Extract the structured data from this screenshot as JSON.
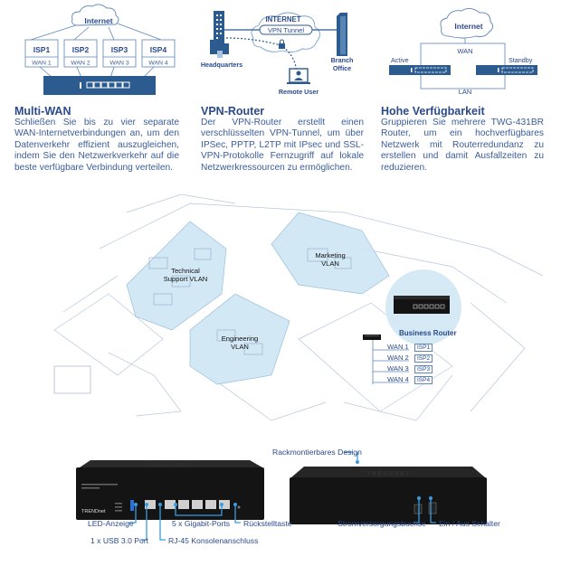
{
  "colors": {
    "brand_blue": "#2b5b8f",
    "text_blue": "#2b4a8a",
    "light_blue": "#cfe6f4",
    "callout_blue": "#3b9be0",
    "device_black": "#141414"
  },
  "diagrams": {
    "multi_wan": {
      "cloud_label": "Internet",
      "isps": [
        "ISP1",
        "ISP2",
        "ISP3",
        "ISP4"
      ],
      "wans": [
        "WAN 1",
        "WAN 2",
        "WAN 3",
        "WAN 4"
      ]
    },
    "vpn": {
      "cloud_label": "INTERNET",
      "tunnel_label": "VPN Tunnel",
      "hq_label": "Headquarters",
      "branch_label_1": "Branch",
      "branch_label_2": "Office",
      "remote_label": "Remote User"
    },
    "ha": {
      "cloud_label": "Internet",
      "wan_label": "WAN",
      "lan_label": "LAN",
      "active_label": "Active",
      "standby_label": "Standby"
    }
  },
  "features": [
    {
      "title": "Multi-WAN",
      "body": "Schließen Sie bis zu vier separate WAN-Internetverbindungen an, um den Datenverkehr effizient auszugleichen, indem Sie den Netzwerkverkehr auf die beste verfügbare Verbindung verteilen."
    },
    {
      "title": "VPN-Router",
      "body": "Der VPN-Router erstellt einen verschlüsselten VPN-Tunnel, um über IPSec, PPTP, L2TP mit IPsec und SSL-VPN-Protokolle Fernzugriff auf lokale Netzwerkressourcen zu ermöglichen."
    },
    {
      "title": "Hohe Verfügbarkeit",
      "body": "Gruppieren Sie mehrere TWG-431BR Router, um ein hochverfügbares Netzwerk mit Routerredundanz zu erstellen und damit Ausfallzeiten zu reduzieren."
    }
  ],
  "floorplan": {
    "zones": [
      {
        "line1": "Technical",
        "line2": "Support VLAN"
      },
      {
        "line1": "Marketing",
        "line2": "VLAN"
      },
      {
        "line1": "Engineering",
        "line2": "VLAN"
      }
    ],
    "router_label": "Business Router",
    "wans": [
      "WAN 1",
      "WAN 2",
      "WAN 3",
      "WAN 4"
    ],
    "isps": [
      "ISP1",
      "ISP2",
      "ISP3",
      "ISP4"
    ]
  },
  "hardware": {
    "brand": "TRENDnet",
    "front_callouts": {
      "led": "LED-Anzeige",
      "usb": "1 x USB 3.0 Port",
      "ports": "5 x Gigabit-Ports",
      "console": "RJ-45 Konsolenanschluss",
      "reset": "Rückstelltaste"
    },
    "back_callouts": {
      "rack": "Rackmontierbares Design",
      "power_jack": "Stromversorgungsbuchse",
      "switch": "Ein / Aus Schalter"
    }
  }
}
